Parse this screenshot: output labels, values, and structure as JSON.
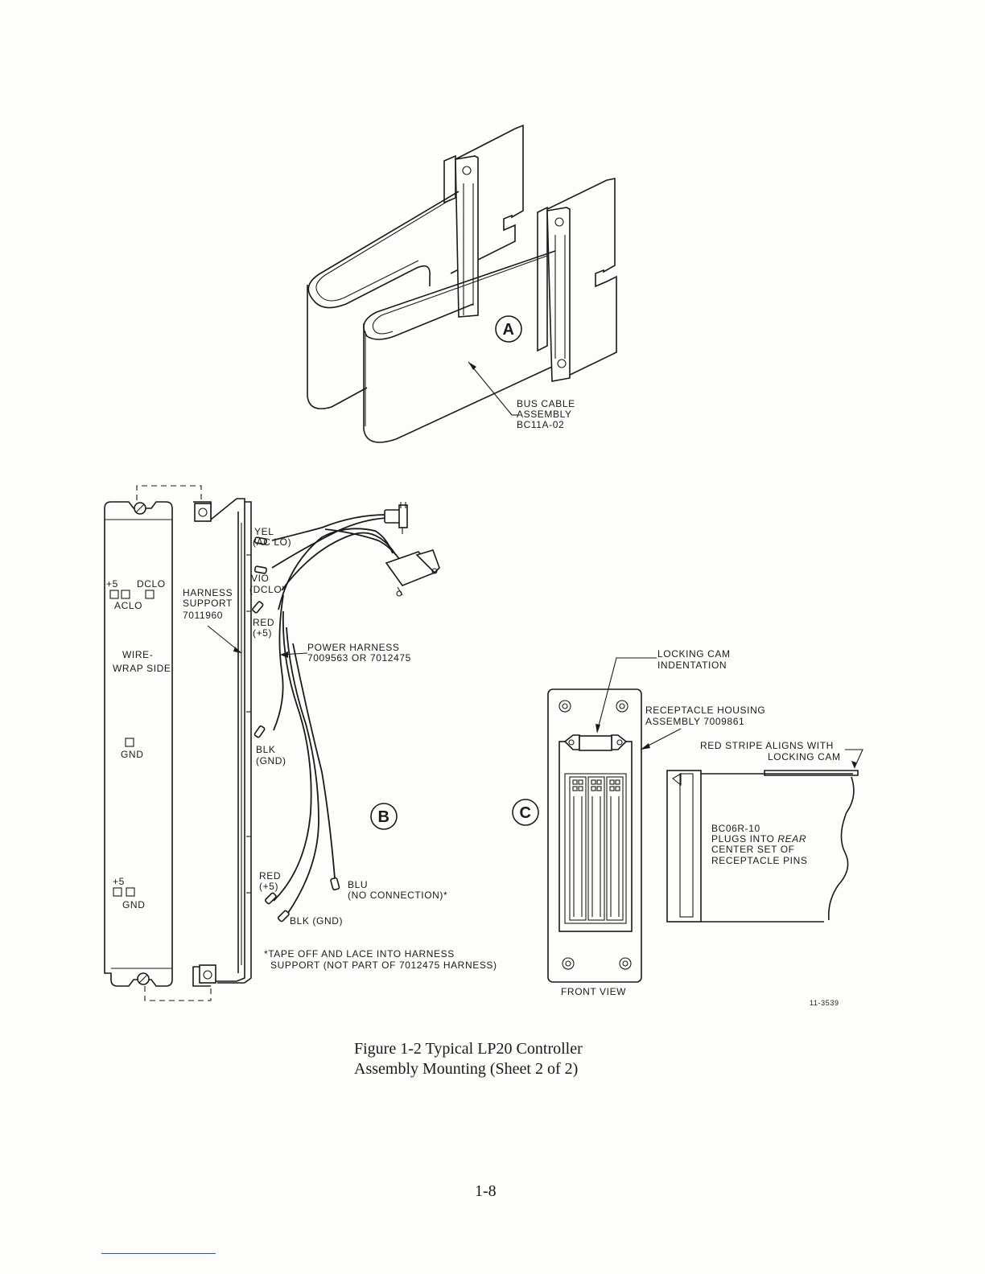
{
  "labels": {
    "a": {
      "letter": "A",
      "bus_cable": [
        "BUS CABLE",
        "ASSEMBLY",
        "BC11A-02"
      ]
    },
    "b": {
      "letter": "B",
      "pin_plus5_top": "+5",
      "pin_dclo": "DCLO",
      "pin_aclo": "ACLO",
      "harness_support": [
        "HARNESS",
        "SUPPORT",
        "7011960"
      ],
      "wire_wrap": [
        "WIRE-",
        "WRAP SIDE"
      ],
      "pin_gnd_mid": "GND",
      "pin_plus5_bottom": "+5",
      "pin_gnd_bottom": "GND",
      "yel": [
        "YEL",
        "(AC LO)"
      ],
      "vio": [
        "VIO",
        "(DCLO)"
      ],
      "red_top": [
        "RED",
        "(+5)"
      ],
      "power_harness": [
        "POWER HARNESS",
        "7009563 OR 7012475"
      ],
      "blk_top": [
        "BLK",
        "(GND)"
      ],
      "red_bottom": [
        "RED",
        "(+5)"
      ],
      "blu": [
        "BLU",
        "(NO CONNECTION)*"
      ],
      "blk_bottom": "BLK (GND)",
      "footnote": [
        "*TAPE OFF AND LACE INTO HARNESS",
        "SUPPORT (NOT PART OF 7012475 HARNESS)"
      ]
    },
    "c": {
      "letter": "C",
      "locking_cam": [
        "LOCKING CAM",
        "INDENTATION"
      ],
      "receptacle": [
        "RECEPTACLE HOUSING",
        "ASSEMBLY 7009861"
      ],
      "red_stripe": [
        "RED STRIPE ALIGNS WITH",
        "LOCKING CAM"
      ],
      "bc06r": [
        "BC06R-10",
        "PLUGS INTO",
        "REAR",
        "CENTER SET OF",
        "RECEPTACLE PINS"
      ],
      "front_view": "FRONT VIEW"
    },
    "drawing_number": "11-3539"
  },
  "caption": {
    "line1": "Figure 1-2   Typical LP20 Controller",
    "line2": "Assembly Mounting (Sheet 2 of 2)"
  },
  "page_number": "1-8"
}
